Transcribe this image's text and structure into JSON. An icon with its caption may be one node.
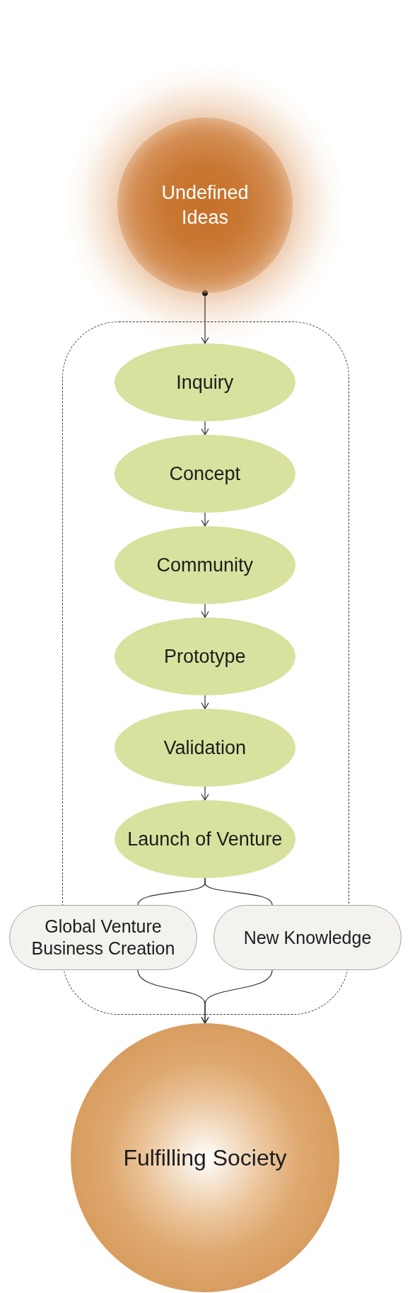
{
  "diagram": {
    "nodes": [
      {
        "text": [
          "Undefined Ideas"
        ]
      },
      {
        "text": [],
        "shape": "box"
      },
      {
        "text": [
          "Inquiry"
        ],
        "in": 1
      },
      {
        "text": [
          "Concept"
        ],
        "in": 1
      },
      {
        "text": [
          "Community"
        ],
        "in": 1
      },
      {
        "text": [
          "Prototype"
        ],
        "in": 1
      },
      {
        "text": [
          "Validation"
        ],
        "in": 1
      },
      {
        "text": [
          "Launch of Venture"
        ],
        "in": 1
      },
      {
        "text": [
          "Global Venture Business Creation"
        ]
      },
      {
        "text": [
          "New Knowledge"
        ]
      },
      {
        "text": [
          "Fulfilling Society"
        ]
      }
    ],
    "edges": [
      {
        "from": 0,
        "to": 2,
        "arrow": "to"
      },
      {
        "from": 2,
        "to": 3,
        "arrow": "to"
      },
      {
        "from": 3,
        "to": 4,
        "arrow": "to"
      },
      {
        "from": 4,
        "to": 5,
        "arrow": "to"
      },
      {
        "from": 5,
        "to": 6,
        "arrow": "to"
      },
      {
        "from": 6,
        "to": 7,
        "arrow": "to"
      },
      {
        "from": 7,
        "to": 8,
        "arrow": "none"
      },
      {
        "from": 7,
        "to": 9,
        "arrow": "none"
      },
      {
        "from": 8,
        "to": 10,
        "arrow": "to"
      },
      {
        "from": 9,
        "to": 10,
        "arrow": "to"
      }
    ]
  }
}
